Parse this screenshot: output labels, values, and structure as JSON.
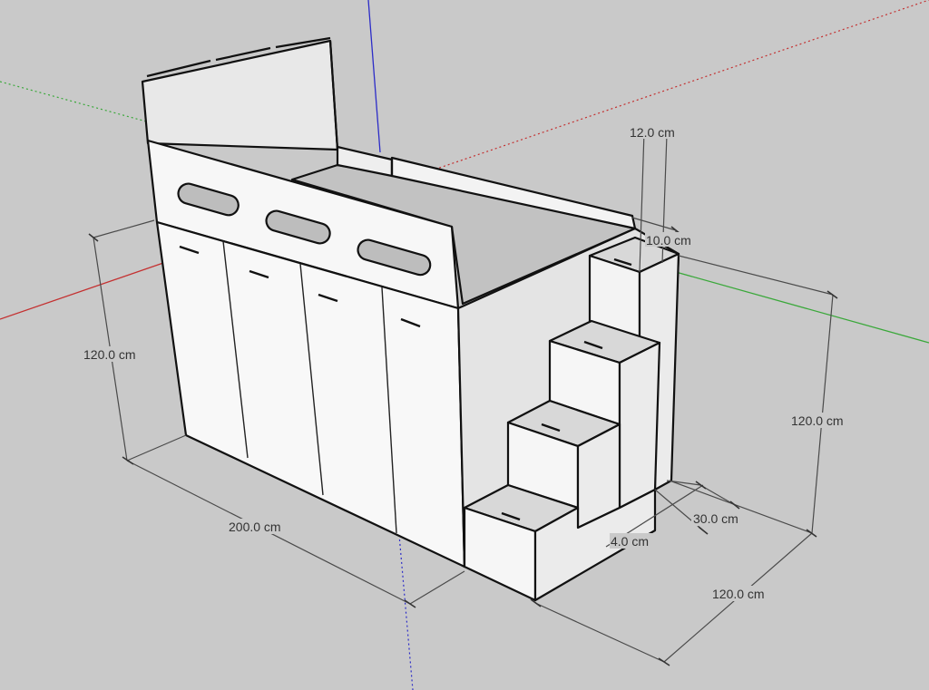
{
  "model": {
    "name": "loft bed with wardrobe and stair storage",
    "colors": {
      "background": "#c9c9c9",
      "panel_front": "#f7f7f7",
      "panel_side": "#e9e9e9",
      "panel_top": "#d6d6d6",
      "mattress_area": "#bdbdbd",
      "edge": "#111111",
      "axis_red": "#c43030",
      "axis_green": "#3aa83a",
      "axis_blue": "#2c2cc8"
    }
  },
  "dimensions": [
    {
      "id": "top-offset",
      "label": "12.0 cm"
    },
    {
      "id": "rail-gap",
      "label": "10.0 cm"
    },
    {
      "id": "height-left",
      "label": "120.0 cm"
    },
    {
      "id": "length",
      "label": "200.0 cm"
    },
    {
      "id": "height-right",
      "label": "120.0 cm"
    },
    {
      "id": "stair-depth",
      "label": "30.0 cm"
    },
    {
      "id": "stair-offset",
      "label": "4.0 cm"
    },
    {
      "id": "width",
      "label": "120.0 cm"
    }
  ]
}
